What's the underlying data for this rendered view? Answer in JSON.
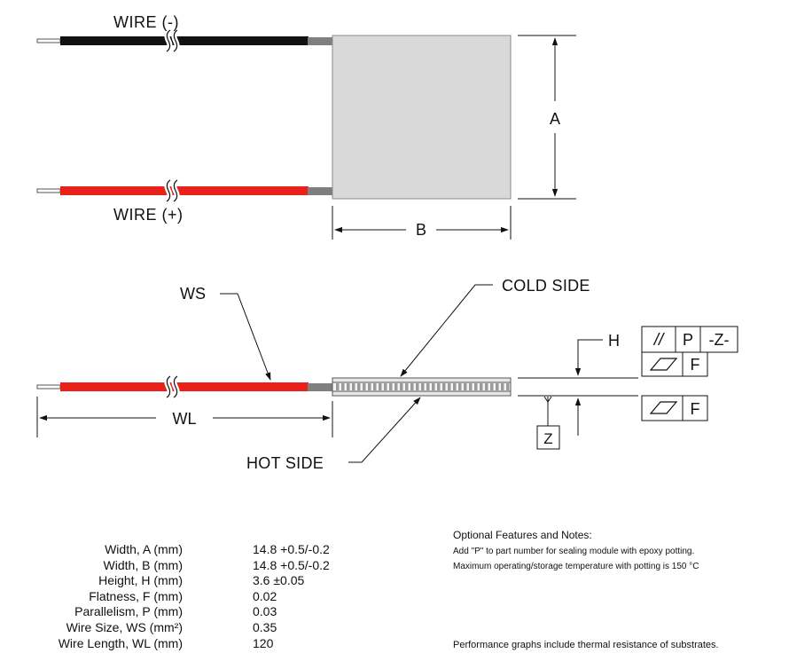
{
  "diagram": {
    "wire_negative_label": "WIRE (-)",
    "wire_positive_label": "WIRE (+)",
    "dim_a_label": "A",
    "dim_b_label": "B",
    "ws_label": "WS",
    "wl_label": "WL",
    "cold_side_label": "COLD SIDE",
    "hot_side_label": "HOT SIDE",
    "h_label": "H",
    "z_datum_label": "Z",
    "parallelism_symbol": "//",
    "parallelism_tolerance": "P",
    "parallelism_datum": "-Z-",
    "flatness_tolerance": "F",
    "colors": {
      "wire_negative": "#111111",
      "wire_positive": "#e8221b",
      "module_face": "#d9d9d9",
      "sleeve": "#7f7f7f"
    }
  },
  "specs": [
    {
      "label": "Width, A (mm)",
      "value": "14.8 +0.5/-0.2"
    },
    {
      "label": "Width, B (mm)",
      "value": "14.8 +0.5/-0.2"
    },
    {
      "label": "Height, H (mm)",
      "value": "3.6 ±0.05"
    },
    {
      "label": "Flatness, F (mm)",
      "value": "0.02"
    },
    {
      "label": "Parallelism, P (mm)",
      "value": "0.03"
    },
    {
      "label": "Wire Size, WS (mm²)",
      "value": "0.35"
    },
    {
      "label": "Wire Length, WL (mm)",
      "value": "120"
    }
  ],
  "notes": {
    "title": "Optional Features and Notes:",
    "lines": [
      "Add \"P\" to part number for sealing module with epoxy potting.",
      "Maximum operating/storage temperature with potting is 150 °C"
    ],
    "footer": "Performance graphs include thermal resistance of substrates."
  }
}
